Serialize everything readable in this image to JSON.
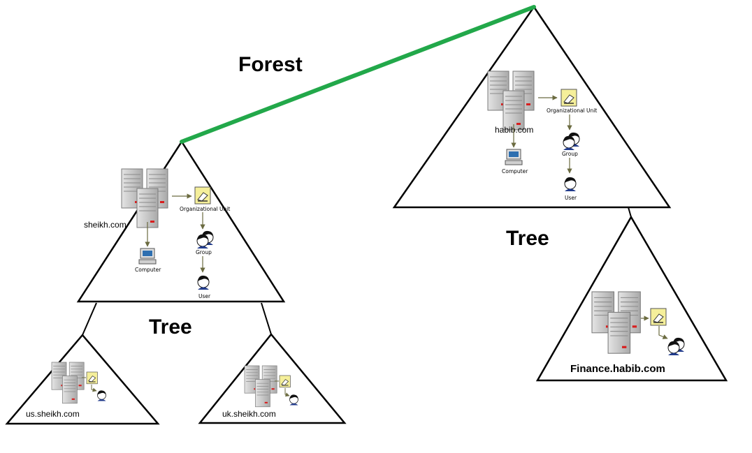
{
  "labels": {
    "forest": "Forest",
    "tree_left": "Tree",
    "tree_right": "Tree"
  },
  "domains": {
    "sheikh": "sheikh.com",
    "habib": "habib.com",
    "us_sheikh": "us.sheikh.com",
    "uk_sheikh": "uk.sheikh.com",
    "finance_habib": "Finance.habib.com"
  },
  "objects": {
    "ou": "Organizational Unit",
    "group": "Group",
    "user": "User",
    "computer": "Computer"
  },
  "colors": {
    "forest_link": "#22a84a",
    "outline": "#000000",
    "server_body": "#c8c8c8",
    "server_led": "#d81e1e",
    "ou_folder": "#f5ef9a",
    "arrow": "#6b6b40"
  }
}
